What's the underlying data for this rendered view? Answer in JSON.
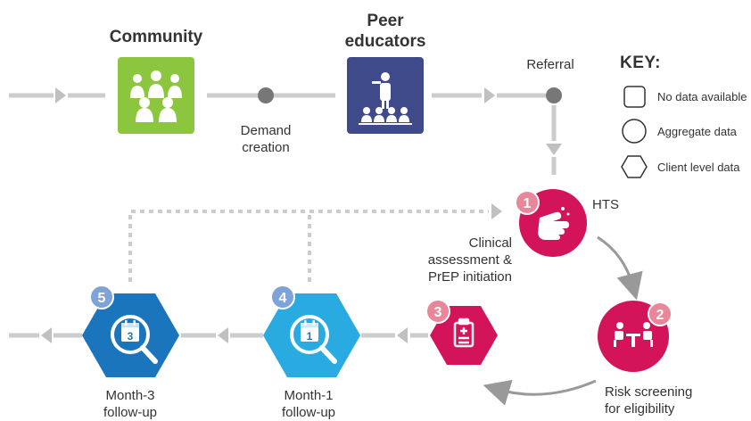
{
  "stages": {
    "community": "Community",
    "peer_educators": "Peer\neducators",
    "demand_creation": "Demand\ncreation",
    "referral": "Referral",
    "hts": "HTS",
    "clinical_assessment": "Clinical\nassessment &\nPrEP initiation",
    "risk_screening": "Risk screening\nfor eligibility",
    "month1": "Month-1\nfollow-up",
    "month3": "Month-3\nfollow-up"
  },
  "steps": {
    "s1": "1",
    "s2": "2",
    "s3": "3",
    "s4": "4",
    "s5": "5",
    "cal_month1": "1",
    "cal_month3": "3"
  },
  "key": {
    "title": "KEY:",
    "no_data": "No data available",
    "aggregate": "Aggregate data",
    "client_level": "Client level data"
  },
  "colors": {
    "community_green": "#8cc63f",
    "peer_blue": "#3f4a8a",
    "magenta": "#d4145a",
    "light_blue": "#29abe2",
    "dark_blue": "#1b75bc",
    "connector_gray": "#cccccc",
    "dot_gray": "#777777",
    "badge_pink": "#e8879a",
    "badge_blue": "#7fa3d8"
  },
  "icons": {
    "community": "group-people-icon",
    "peer_educators": "presenter-audience-icon",
    "hts": "finger-prick-test-icon",
    "risk_screening": "counselling-desk-icon",
    "clinical": "clipboard-medical-icon",
    "month1": "calendar-search-icon",
    "month3": "calendar-search-icon"
  }
}
